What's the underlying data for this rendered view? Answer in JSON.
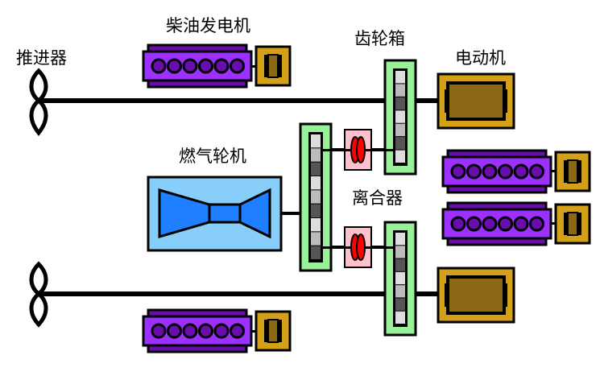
{
  "labels": {
    "propeller": "推进器",
    "diesel_generator": "柴油发电机",
    "gearbox": "齿轮箱",
    "electric_motor": "电动机",
    "gas_turbine": "燃气轮机",
    "clutch": "离合器"
  },
  "colors": {
    "engine": "#9b30ff",
    "engine_dark": "#6a0dad",
    "generator": "#d4a017",
    "generator_inner": "#8b6914",
    "gearbox": "#98f098",
    "clutch_box": "#ffc0cb",
    "clutch_disc": "#ff0000",
    "turbine_box": "#87cefa",
    "turbine": "#1e7fff",
    "shaft": "#000000"
  }
}
